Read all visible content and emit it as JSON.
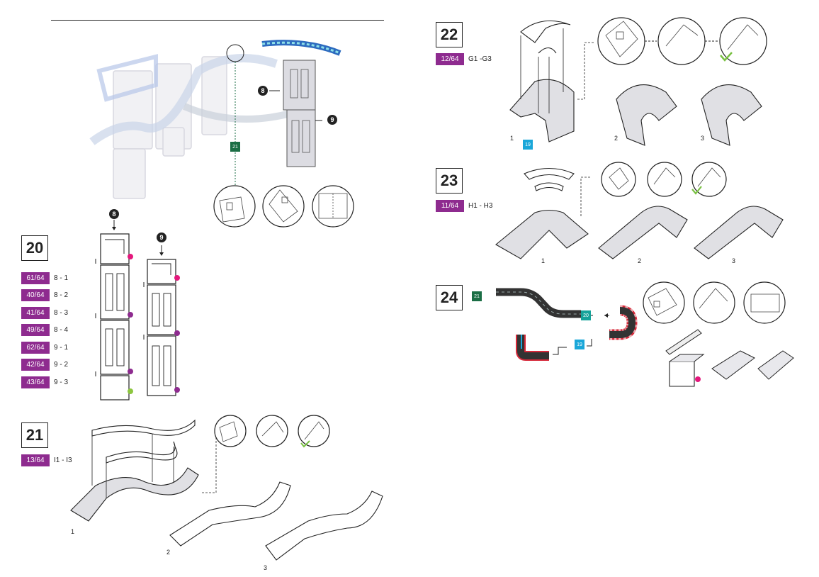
{
  "steps": {
    "s20": {
      "number": "20",
      "parts": [
        {
          "badge": "61/64",
          "label": "8 - 1"
        },
        {
          "badge": "40/64",
          "label": "8 - 2"
        },
        {
          "badge": "41/64",
          "label": "8 - 3"
        },
        {
          "badge": "49/64",
          "label": "8 - 4"
        },
        {
          "badge": "62/64",
          "label": "9 - 1"
        },
        {
          "badge": "42/64",
          "label": "9 - 2"
        },
        {
          "badge": "43/64",
          "label": "9 - 3"
        }
      ],
      "tower_a": "8",
      "tower_b": "9"
    },
    "s21": {
      "number": "21",
      "badge": "13/64",
      "label": "I1 - I3",
      "sub": [
        "1",
        "2",
        "3"
      ]
    },
    "s22": {
      "number": "22",
      "badge": "12/64",
      "label": "G1 -G3",
      "sub": [
        "1",
        "2",
        "3"
      ],
      "tag": "19"
    },
    "s23": {
      "number": "23",
      "badge": "11/64",
      "label": "H1 - H3",
      "sub": [
        "1",
        "2",
        "3"
      ]
    },
    "s24": {
      "number": "24",
      "tags": [
        "21",
        "20",
        "19"
      ]
    }
  },
  "overview": {
    "callout_a": "8",
    "callout_b": "9",
    "tag": "21"
  },
  "colors": {
    "badge": "#8e2b8f",
    "green_tag": "#1b6e45",
    "teal_tag": "#16a39a",
    "blue_tag": "#1aa7d9",
    "pink_dot": "#e4177c",
    "purple_dot": "#8e2b8f",
    "lime_dot": "#8dc63f",
    "check": "#7ac143"
  }
}
